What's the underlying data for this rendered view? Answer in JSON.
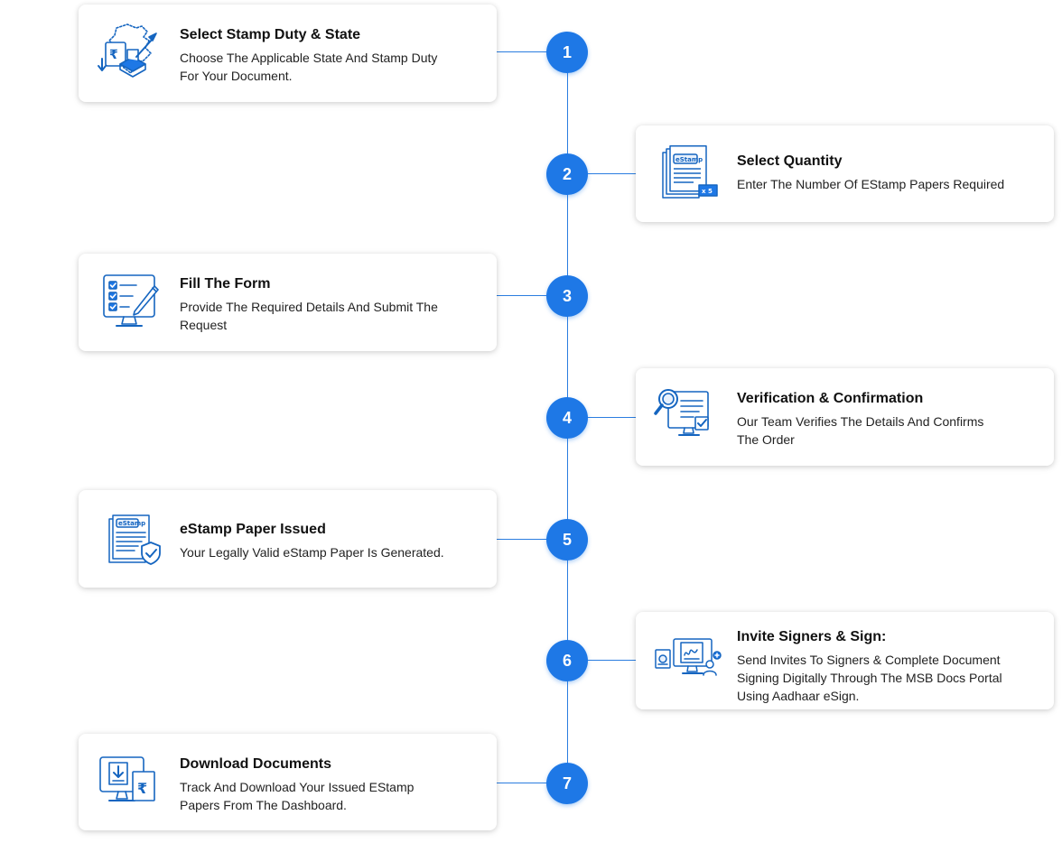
{
  "colors": {
    "accent": "#1e78e6",
    "line": "#2b7de0",
    "icon": "#1565c0"
  },
  "steps": [
    {
      "number": "1",
      "title": "Select Stamp Duty & State",
      "description": "Choose The Applicable State And Stamp Duty For Your Document.",
      "icon": "map-stamp-icon"
    },
    {
      "number": "2",
      "title": "Select Quantity",
      "description": "Enter The Number Of EStamp Papers Required",
      "icon": "estamp-stack-icon",
      "icon_label": "eStamp",
      "icon_badge": "x 5"
    },
    {
      "number": "3",
      "title": "Fill The Form",
      "description": "Provide The Required Details And Submit The Request",
      "icon": "form-checklist-icon"
    },
    {
      "number": "4",
      "title": "Verification & Confirmation",
      "description": "Our Team Verifies The Details And Confirms The Order",
      "icon": "magnifier-verify-icon"
    },
    {
      "number": "5",
      "title": "eStamp Paper Issued",
      "description": "Your Legally Valid eStamp Paper Is Generated.",
      "icon": "estamp-shield-icon",
      "icon_label": "eStamp"
    },
    {
      "number": "6",
      "title": "Invite Signers & Sign:",
      "description": "Send Invites To Signers & Complete Document Signing Digitally Through The MSB Docs Portal Using Aadhaar eSign.",
      "icon": "monitor-signers-icon"
    },
    {
      "number": "7",
      "title": "Download Documents",
      "description": "Track And Download Your Issued EStamp Papers From The Dashboard.",
      "icon": "monitor-download-icon"
    }
  ]
}
